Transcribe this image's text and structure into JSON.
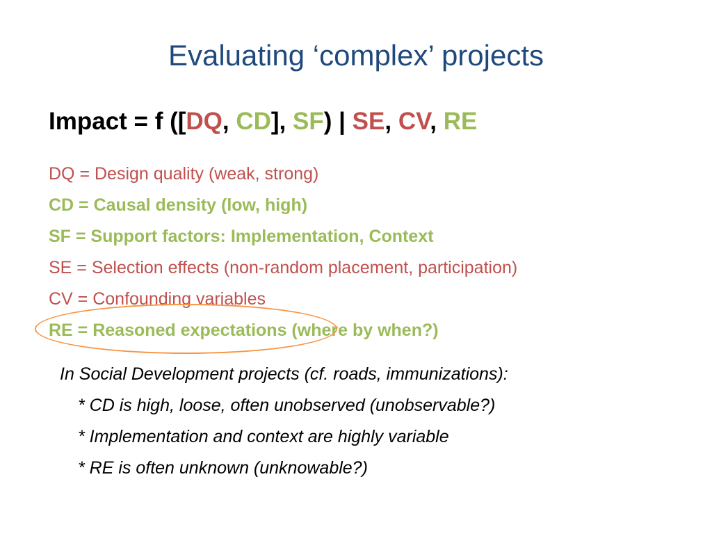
{
  "slide": {
    "title": "Evaluating ‘complex’ projects",
    "formula": {
      "prefix": "Impact = f ([",
      "dq": "DQ",
      "sep1": ", ",
      "cd": "CD",
      "sep2": "], ",
      "sf": "SF",
      "sep3": ") | ",
      "se": "SE",
      "sep4": ", ",
      "cv": "CV",
      "sep5": ", ",
      "re": "RE"
    },
    "definitions": [
      {
        "text": "DQ = Design quality (weak, strong)",
        "color": "#c0504d"
      },
      {
        "text": "CD = Causal density (low, high)",
        "color": "#9bbb59"
      },
      {
        "text": "SF = Support factors: Implementation, Context",
        "color": "#9bbb59"
      },
      {
        "text": "SE  =  Selection effects (non-random placement, participation)",
        "color": "#c0504d"
      },
      {
        "text": "CV = Confounding variables",
        "color": "#c0504d"
      },
      {
        "text": "RE  = Reasoned expectations (where by when?)",
        "color": "#9bbb59"
      }
    ],
    "notes": {
      "heading": "In Social Development projects (cf. roads, immunizations):",
      "items": [
        "* CD is high, loose, often unobserved (unobservable?)",
        "* Implementation and context are highly variable",
        "* RE is often unknown (unknowable?)"
      ]
    },
    "colors": {
      "title": "#1f497d",
      "red": "#c0504d",
      "green": "#9bbb59",
      "highlight_ellipse": "#f79646"
    }
  }
}
